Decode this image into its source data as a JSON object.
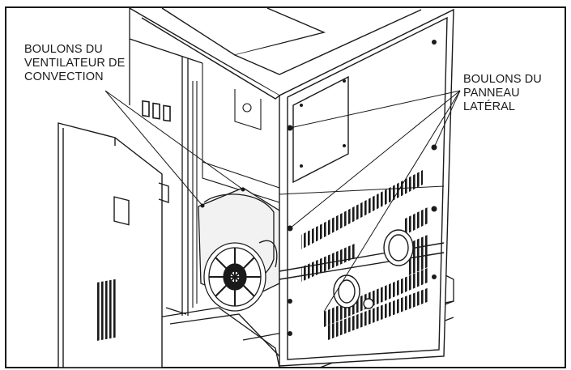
{
  "labels": {
    "convection_fan_bolts": [
      "BOULONS DU",
      "VENTILATEUR DE",
      "CONVECTION"
    ],
    "side_panel_bolts": [
      "BOULONS DU",
      "PANNEAU",
      "LATÉRAL"
    ]
  },
  "colors": {
    "line": "#1a1a1a",
    "background": "#ffffff",
    "shade": "#cfcfcf"
  }
}
